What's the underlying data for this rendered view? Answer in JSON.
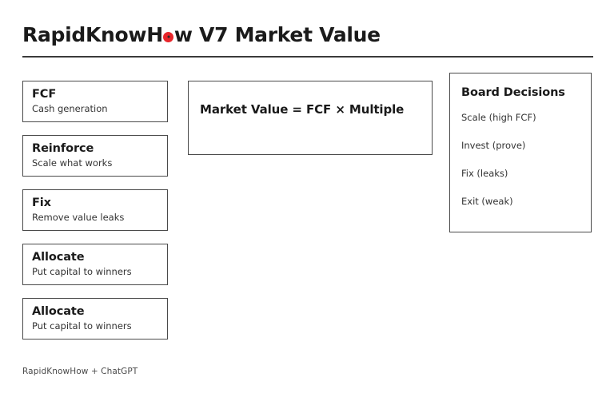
{
  "slide": {
    "title_before": "RapidKnowH",
    "title_dot_icon": "red-donut-o",
    "title_after": "w V7 Market Value",
    "title_full": "RapidKnowHow V7 Market Value",
    "accent_color": "#e8262b",
    "border_color": "#4a4a4a",
    "background_color": "#ffffff",
    "text_color": "#1a1a1a"
  },
  "left_cards": [
    {
      "title": "FCF",
      "subtitle": "Cash generation"
    },
    {
      "title": "Reinforce",
      "subtitle": "Scale what works"
    },
    {
      "title": "Fix",
      "subtitle": "Remove value leaks"
    },
    {
      "title": "Allocate",
      "subtitle": "Put capital to winners"
    },
    {
      "title": "Allocate",
      "subtitle": "Put capital to winners"
    }
  ],
  "formula": {
    "text": "Market Value = FCF × Multiple"
  },
  "board": {
    "title": "Board Decisions",
    "items": [
      {
        "label": "Scale (high FCF)"
      },
      {
        "label": "Invest (prove)"
      },
      {
        "label": "Fix (leaks)"
      },
      {
        "label": "Exit (weak)"
      }
    ]
  },
  "footer": {
    "text": "RapidKnowHow + ChatGPT"
  }
}
